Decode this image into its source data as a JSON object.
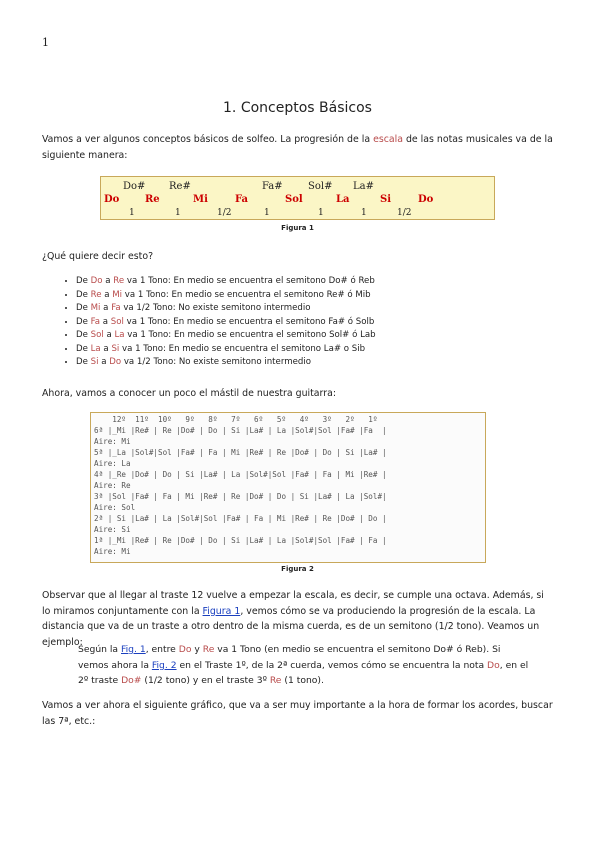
{
  "page_number": "1",
  "title": "1. Conceptos Básicos",
  "intro": {
    "pre": "Vamos a ver algunos conceptos básicos de solfeo. La progresión de la ",
    "highlight": "escala",
    "post": " de las notas musicales va de la siguiente manera:"
  },
  "figure1": {
    "sharps": [
      "Do#",
      "Re#",
      "Fa#",
      "Sol#",
      "La#"
    ],
    "notes": [
      "Do",
      "Re",
      "Mi",
      "Fa",
      "Sol",
      "La",
      "Si",
      "Do"
    ],
    "intervals": [
      "1",
      "1",
      "1/2",
      "1",
      "1",
      "1",
      "1/2"
    ],
    "caption": "Figura 1"
  },
  "question": "¿Qué quiere decir esto?",
  "bullets": [
    {
      "a": "Do",
      "b": "Re",
      "text": " va 1 Tono: En medio se encuentra el semitono Do# ó Reb"
    },
    {
      "a": "Re",
      "b": "Mi",
      "text": " va 1 Tono: En medio se encuentra el semitono Re# ó Mib"
    },
    {
      "a": "Mi",
      "b": "Fa",
      "text": " va 1/2 Tono: No existe semitono intermedio"
    },
    {
      "a": "Fa",
      "b": "Sol",
      "text": " va 1 Tono: En medio se encuentra el semitono Fa# ó Solb"
    },
    {
      "a": "Sol",
      "b": "La",
      "text": " va 1 Tono: En medio se encuentra el semitono Sol# ó Lab"
    },
    {
      "a": "La",
      "b": "Si",
      "text": " va 1 Tono: En medio se encuentra el semitono La# o Sib"
    },
    {
      "a": "Si",
      "b": "Do",
      "text": " va 1/2 Tono: No existe semitono intermedio"
    }
  ],
  "ahora": "Ahora, vamos a conocer un poco el mástil de nuestra guitarra:",
  "figure2": {
    "lines": [
      "    12º  11º  10º   9º   8º   7º   6º   5º   4º   3º   2º   1º",
      "6ª |_Mi |Re# | Re |Do# | Do | Si |La# | La |Sol#|Sol |Fa# |Fa  |",
      "Aire: Mi",
      "5ª |_La |Sol#|Sol |Fa# | Fa | Mi |Re# | Re |Do# | Do | Si |La# |",
      "Aire: La",
      "4ª |_Re |Do# | Do | Si |La# | La |Sol#|Sol |Fa# | Fa | Mi |Re# |",
      "Aire: Re",
      "3ª |Sol |Fa# | Fa | Mi |Re# | Re |Do# | Do | Si |La# | La |Sol#|",
      "Aire: Sol",
      "2ª | Si |La# | La |Sol#|Sol |Fa# | Fa | Mi |Re# | Re |Do# | Do |",
      "Aire: Si",
      "1ª |_Mi |Re# | Re |Do# | Do | Si |La# | La |Sol#|Sol |Fa# | Fa |",
      "Aire: Mi"
    ],
    "caption": "Figura 2"
  },
  "observar": {
    "p1": "Observar que al llegar al traste 12 vuelve a empezar la escala, es decir, se cumple una octava. Además, si lo miramos conjuntamente con la ",
    "link": "Figura 1",
    "p2": ", vemos cómo se va produciendo la progresión de la escala. La distancia que va de un traste a otro dentro de la misma cuerda, es de un semitono (1/2 tono). Veamos un ejemplo:"
  },
  "example": {
    "s1": "Según la ",
    "link1": "Fig. 1",
    "s2": ", entre ",
    "n1": "Do",
    "s3": " y ",
    "n2": "Re",
    "s4": " va 1 Tono (en medio se encuentra el semitono Do# ó Reb). Si vemos ahora la ",
    "link2": "Fig. 2",
    "s5": " en el Traste 1º, de la 2ª cuerda, vemos cómo se encuentra la nota ",
    "n3": "Do",
    "s6": ", en el 2º traste ",
    "n4": "Do#",
    "s7": " (1/2 tono) y en el traste 3º ",
    "n5": "Re",
    "s8": " (1 tono)."
  },
  "closing": "Vamos a ver ahora el siguiente gráfico, que va a ser muy importante a la hora de formar los acordes, buscar las 7ª, etc.:"
}
